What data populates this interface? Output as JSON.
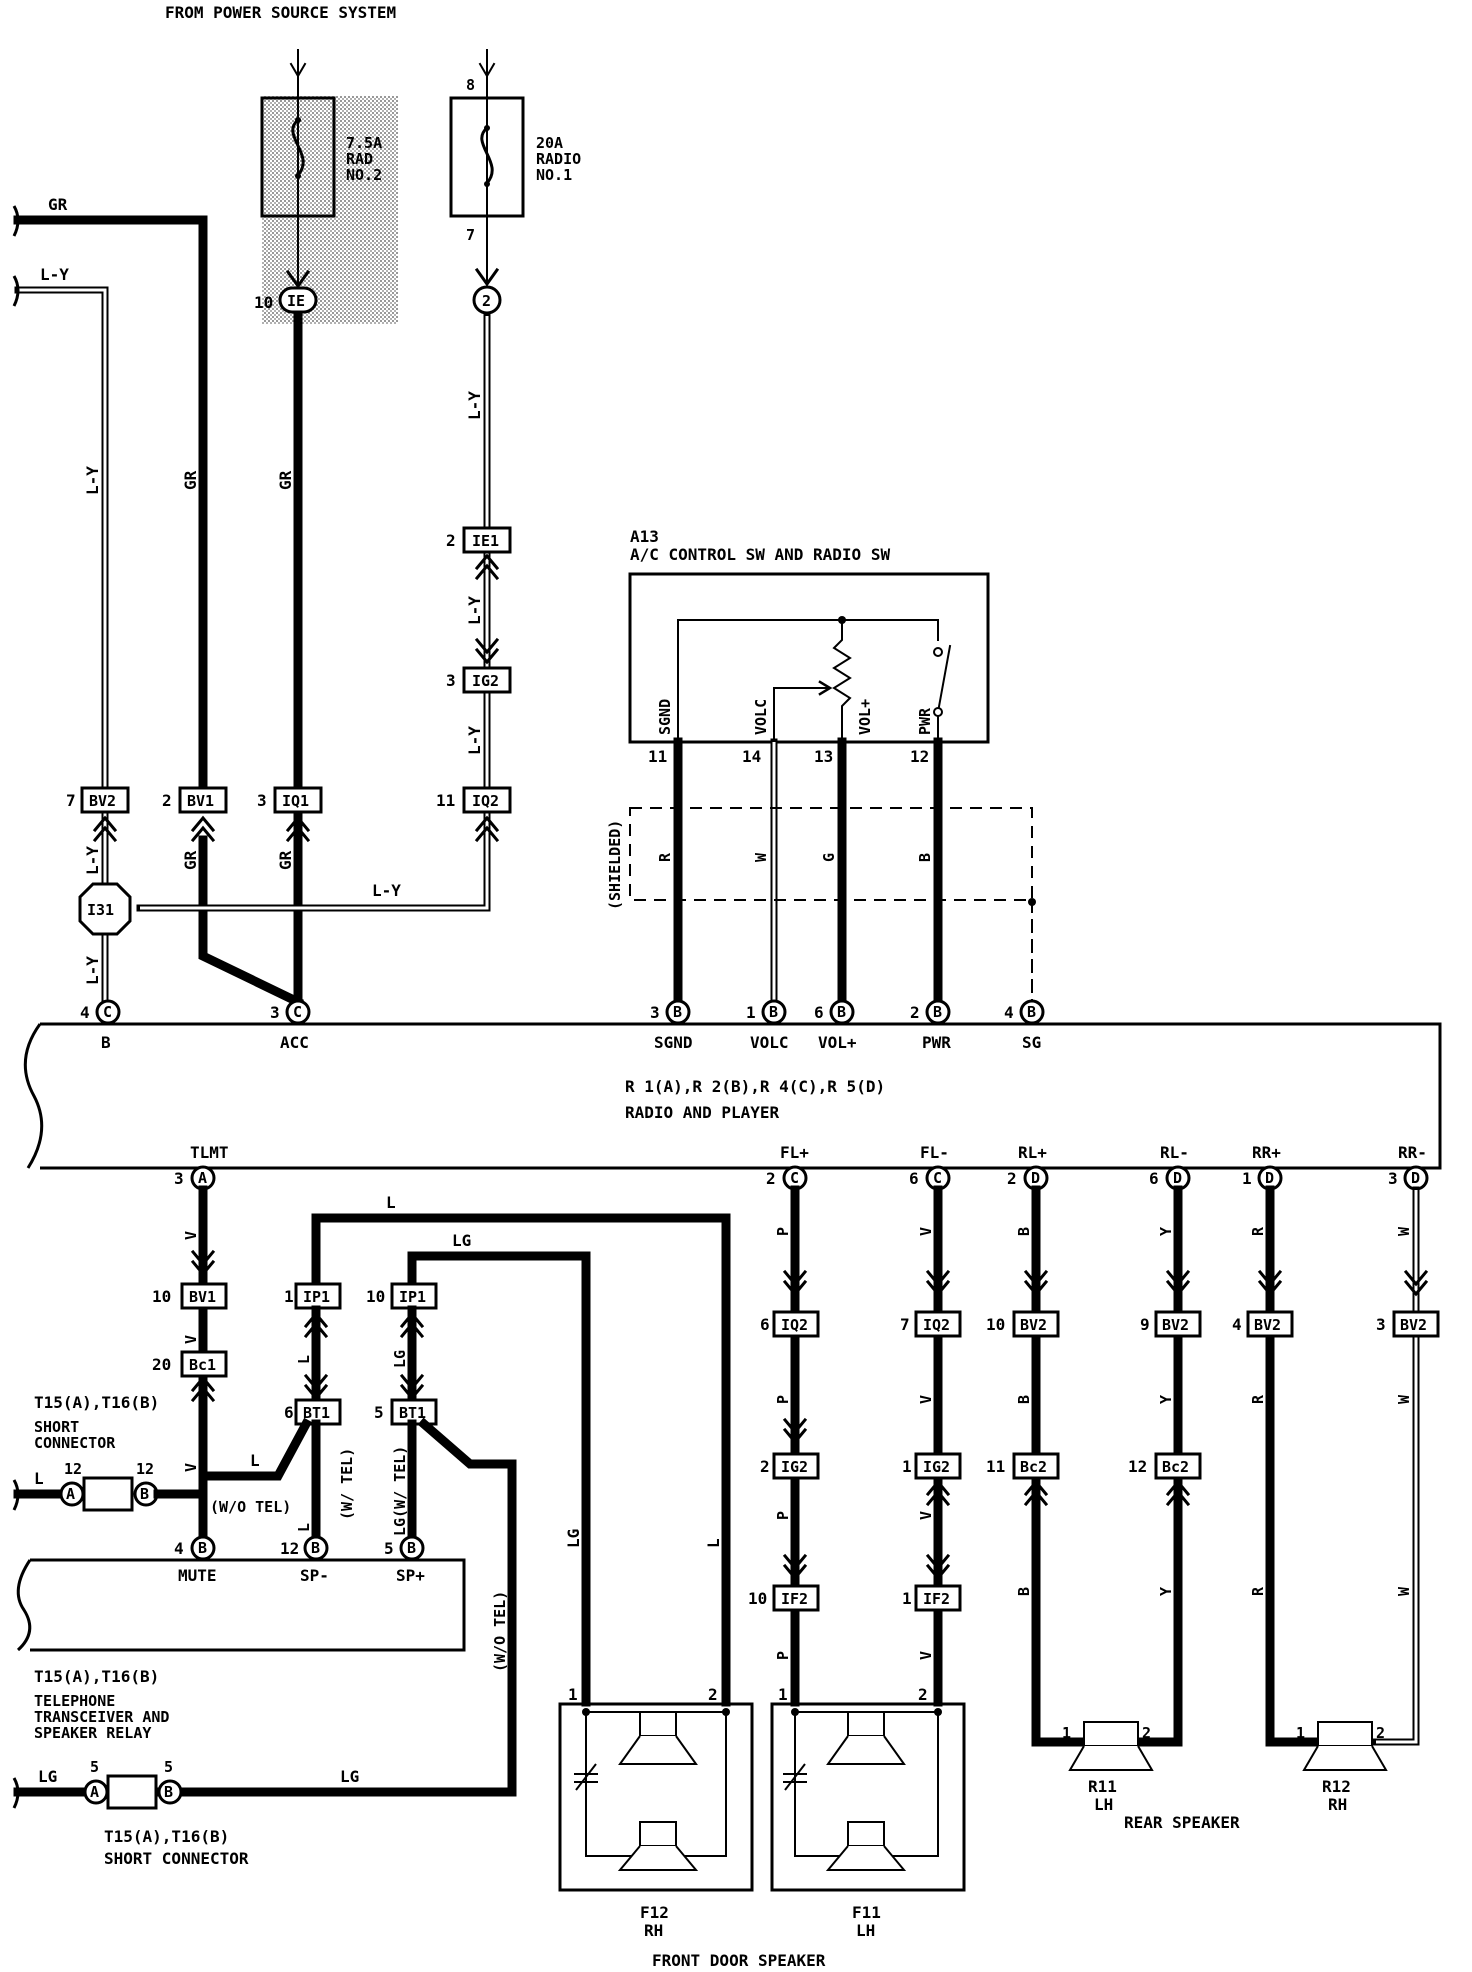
{
  "header": {
    "title": "FROM POWER SOURCE SYSTEM"
  },
  "fuses": [
    {
      "amps": "7.5A",
      "name": "RAD",
      "num": "NO.2"
    },
    {
      "amps": "20A",
      "name": "RADIO",
      "num": "NO.1",
      "pin_top": "8",
      "pin_bottom": "7"
    }
  ],
  "a13": {
    "code": "A13",
    "title": "A/C CONTROL SW AND RADIO SW",
    "terminals": [
      "SGND",
      "VOLC",
      "VOL+",
      "PWR"
    ],
    "pins": [
      "11",
      "14",
      "13",
      "12"
    ]
  },
  "shielded": "(SHIELDED)",
  "radio": {
    "connectors": "R 1(A),R 2(B),R 4(C),R 5(D)",
    "name": "RADIO AND PLAYER",
    "top_terminals": [
      {
        "pin": "4",
        "conn": "C",
        "name": "B"
      },
      {
        "pin": "3",
        "conn": "C",
        "name": "ACC"
      },
      {
        "pin": "3",
        "conn": "B",
        "name": "SGND"
      },
      {
        "pin": "1",
        "conn": "B",
        "name": "VOLC"
      },
      {
        "pin": "6",
        "conn": "B",
        "name": "VOL+"
      },
      {
        "pin": "2",
        "conn": "B",
        "name": "PWR"
      },
      {
        "pin": "4",
        "conn": "B",
        "name": "SG"
      }
    ],
    "bottom_terminals": [
      {
        "pin": "3",
        "conn": "A",
        "name": "TLMT"
      },
      {
        "pin": "2",
        "conn": "C",
        "name": "FL+"
      },
      {
        "pin": "6",
        "conn": "C",
        "name": "FL-"
      },
      {
        "pin": "2",
        "conn": "D",
        "name": "RL+"
      },
      {
        "pin": "6",
        "conn": "D",
        "name": "RL-"
      },
      {
        "pin": "1",
        "conn": "D",
        "name": "RR+"
      },
      {
        "pin": "3",
        "conn": "D",
        "name": "RR-"
      }
    ]
  },
  "wire_colors": {
    "gr": "GR",
    "ly": "L-Y",
    "r": "R",
    "w": "W",
    "g": "G",
    "b": "B",
    "v": "V",
    "l": "L",
    "lg": "LG",
    "p": "P",
    "y": "Y"
  },
  "connectors": {
    "ie": "IE",
    "pin_10": "10",
    "pin_2": "2",
    "ie1": "IE1",
    "ig2": "IG2",
    "iq2": "IQ2",
    "bv2": "BV2",
    "bv1": "BV1",
    "iq1": "IQ1",
    "i31": "I31",
    "bc1": "Bc1",
    "ip1": "IP1",
    "bt1": "BT1",
    "if2": "IF2",
    "bc2": "Bc2"
  },
  "telephone": {
    "name_1": "TELEPHONE",
    "name_2": "TRANSCEIVER AND",
    "name_3": "SPEAKER RELAY",
    "ref": "T15(A),T16(B)",
    "terminals": [
      {
        "pin": "4",
        "conn": "B",
        "name": "MUTE"
      },
      {
        "pin": "12",
        "conn": "B",
        "name": "SP-"
      },
      {
        "pin": "5",
        "conn": "B",
        "name": "SP+"
      }
    ]
  },
  "short_connector": {
    "ref": "T15(A),T16(B)",
    "name_1": "SHORT",
    "name_2": "CONNECTOR",
    "name_full": "SHORT CONNECTOR",
    "pin_12": "12",
    "pin_5": "5"
  },
  "notes": {
    "wo_tel": "(W/O TEL)",
    "w_tel": "(W/ TEL)",
    "lg_w_tel": "LG(W/ TEL)"
  },
  "speakers": {
    "front": [
      {
        "code": "F12",
        "side": "RH"
      },
      {
        "code": "F11",
        "side": "LH"
      }
    ],
    "rear": [
      {
        "code": "R11",
        "side": "LH"
      },
      {
        "code": "R12",
        "side": "RH"
      }
    ],
    "front_title": "FRONT DOOR SPEAKER",
    "rear_title": "REAR SPEAKER"
  },
  "pins": {
    "p1": "1",
    "p2": "2",
    "p3": "3",
    "p4": "4",
    "p5": "5",
    "p6": "6",
    "p7": "7",
    "p9": "9",
    "p10": "10",
    "p11": "11",
    "p12": "12",
    "p20": "20"
  },
  "colors": {
    "ink": "#000000",
    "paper": "#ffffff",
    "fuse_shade": "#bdbdbd"
  }
}
